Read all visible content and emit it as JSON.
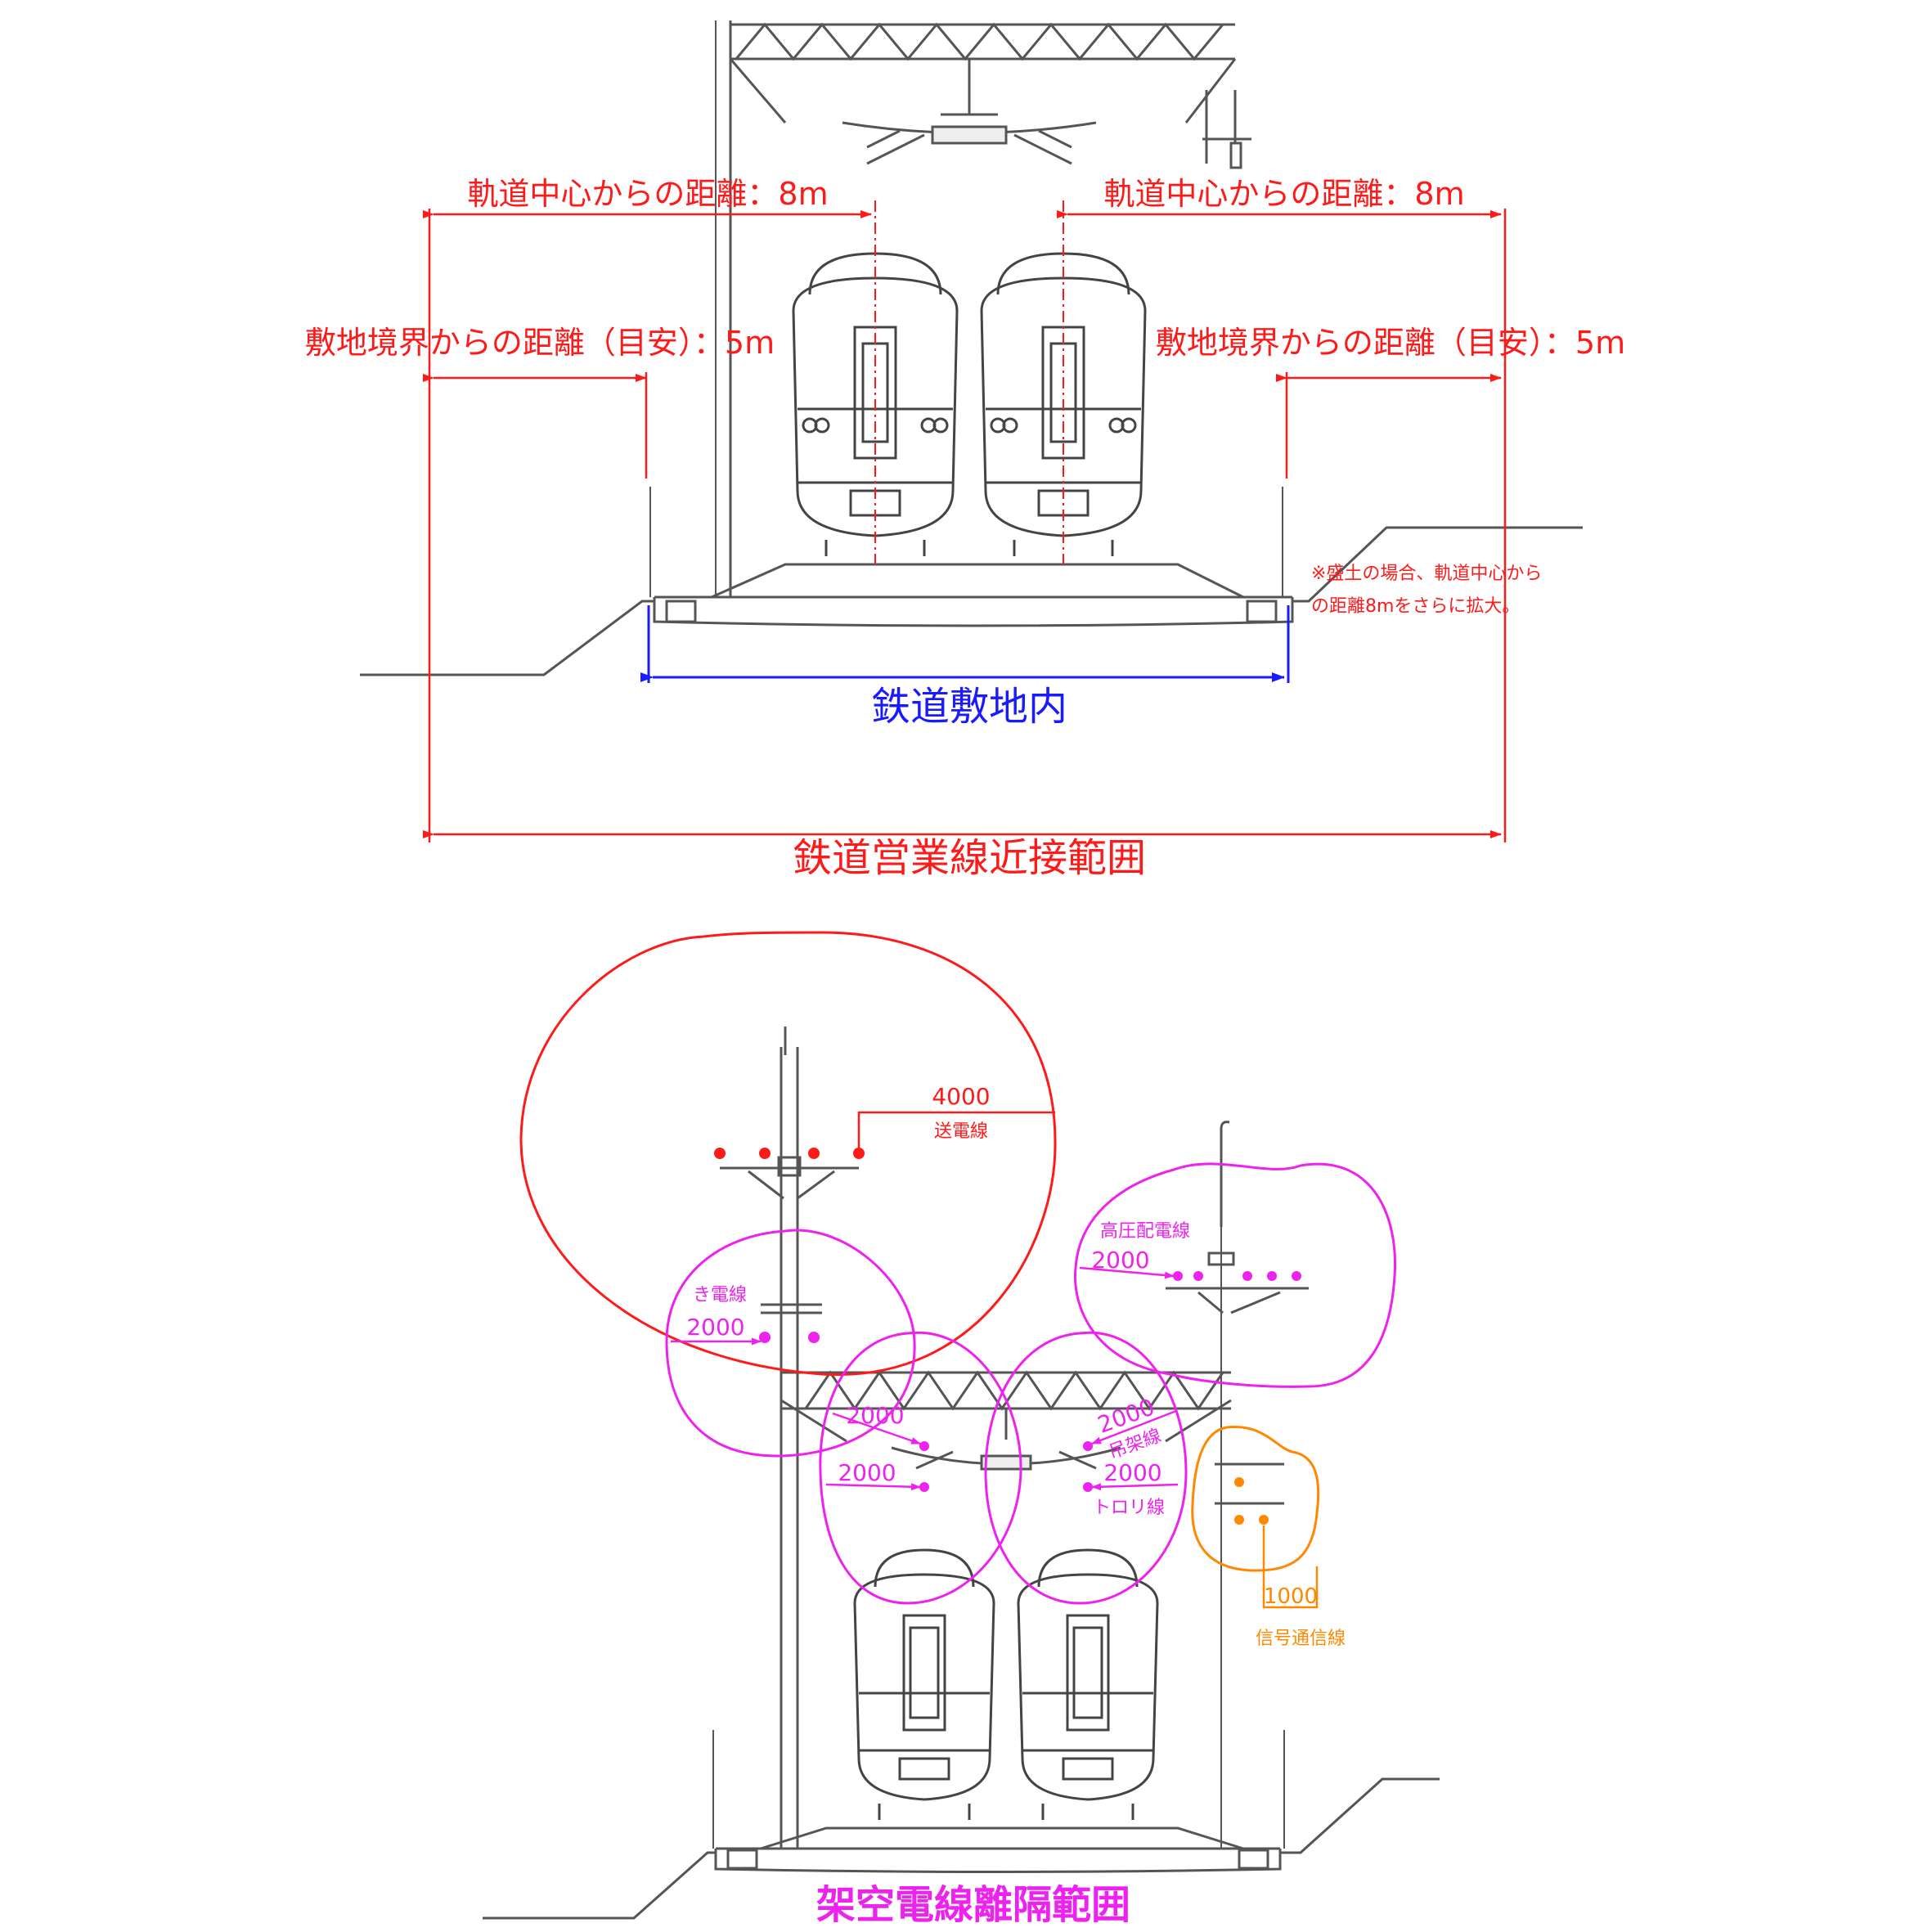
{
  "upper": {
    "dist_track_center_left": "軌道中心からの距離：8m",
    "dist_track_center_right": "軌道中心からの距離：8m",
    "dist_boundary_left": "敷地境界からの距離（目安）：5m",
    "dist_boundary_right": "敷地境界からの距離（目安）：5m",
    "note_line1": "※盛土の場合、軌道中心から",
    "note_line2": "の距離8mをさらに拡大。",
    "railway_premises": "鉄道敷地内",
    "proximity_range": "鉄道営業線近接範囲"
  },
  "lower": {
    "transmission_value": "4000",
    "transmission_label": "送電線",
    "feeder_label": "き電線",
    "feeder_value": "2000",
    "hv_label": "高圧配電線",
    "hv_value": "2000",
    "left_catenary_value": "2000",
    "left_trolley_value": "2000",
    "messenger_value": "2000",
    "messenger_label": "吊架線",
    "trolley_value": "2000",
    "trolley_label": "トロリ線",
    "signal_value": "1000",
    "signal_label": "信号通信線",
    "caption": "架空電線離隔範囲"
  },
  "colors": {
    "red": "#ff1a1a",
    "blue": "#1a1aff",
    "magenta": "#ee22ee",
    "orange": "#ff8800",
    "line": "#555555"
  }
}
